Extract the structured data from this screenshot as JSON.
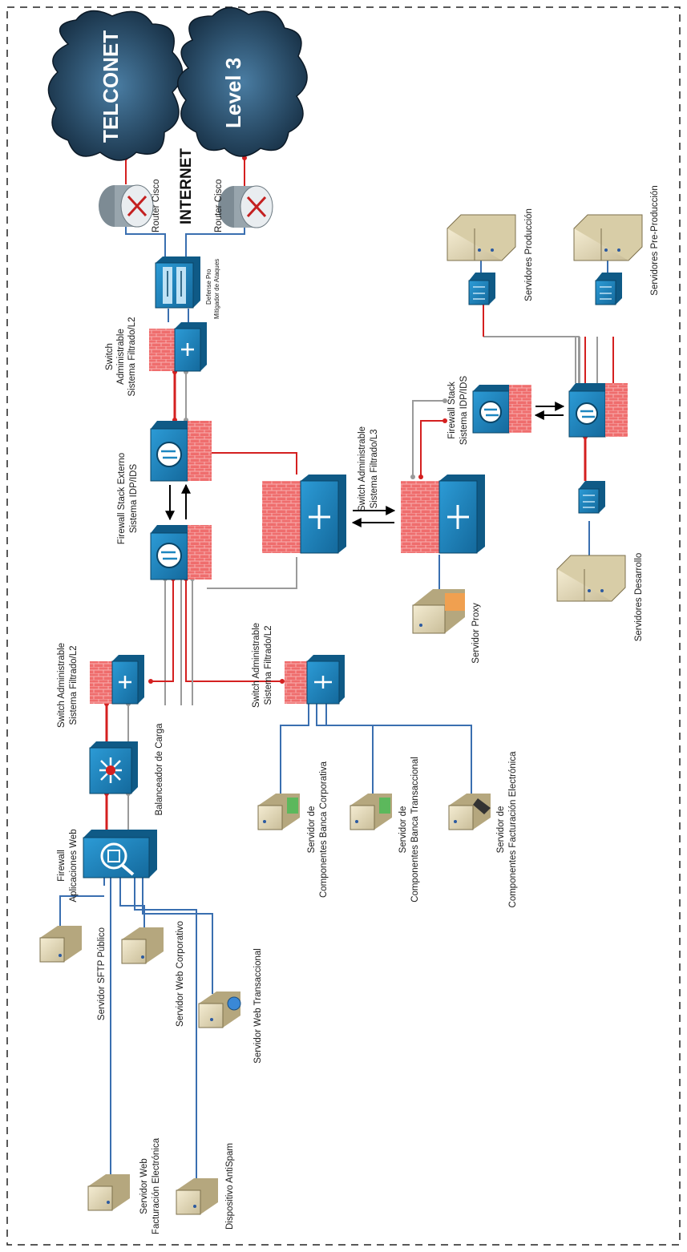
{
  "clouds": {
    "telconet": "TELCONET",
    "level3": "Level 3"
  },
  "internet_label": "INTERNET",
  "routers": {
    "r1": "Router Cisco",
    "r2": "Router Cisco"
  },
  "defense": {
    "line1": "Defense Pro",
    "line2": "Mitigador de Ataques"
  },
  "switch_top": {
    "line1": "Switch",
    "line2": "Administrable",
    "line3": "Sistema Filtrado/L2"
  },
  "firewall_ext": {
    "line1": "Firewall Stack Externo",
    "line2": "Sistema IDP/IDS"
  },
  "switch_l3": {
    "line1": "Switch Administrable",
    "line2": "Sistema Filtrado/L3"
  },
  "firewall_stack": {
    "line1": "Firewall Stack",
    "line2": "Sistema IDP/IDS"
  },
  "servers_prod": "Servidores Producción",
  "servers_preprod": "Servidores Pre-Producción",
  "servers_dev": "Servidores Desarrollo",
  "server_proxy": "Servidor Proxy",
  "switch_l2_left": {
    "line1": "Switch Administrable",
    "line2": "Sistema Filtrado/L2"
  },
  "switch_l2_bottom": {
    "line1": "Switch Administrable",
    "line2": "Sistema Filtrado/L2"
  },
  "load_balancer": "Balanceador de Carga",
  "waf": {
    "line1": "Firewall",
    "line2": "Aplicaciones Web"
  },
  "srv_corp": {
    "line1": "Servidor de",
    "line2": "Componentes Banca Corporativa"
  },
  "srv_trans": {
    "line1": "Servidor de",
    "line2": "Componentes Banca Transaccional"
  },
  "srv_fact": {
    "line1": "Servidor de",
    "line2": "Componentes Facturación Electrónica"
  },
  "srv_sftp": "Servidor SFTP Público",
  "srv_web_corp": "Servidor Web Corporativo",
  "srv_web_trans": "Servidor Web Transaccional",
  "srv_web_fact": {
    "line1": "Servidor Web",
    "line2": "Facturación Electrónica"
  },
  "antispam": "Dispositivo AntiSpam",
  "colors": {
    "link_red": "#d42020",
    "link_gray": "#9a9a9a",
    "link_blue": "#3a6fb0",
    "device_blue": "#1d86c0",
    "firewall_red": "#e05a5a"
  }
}
